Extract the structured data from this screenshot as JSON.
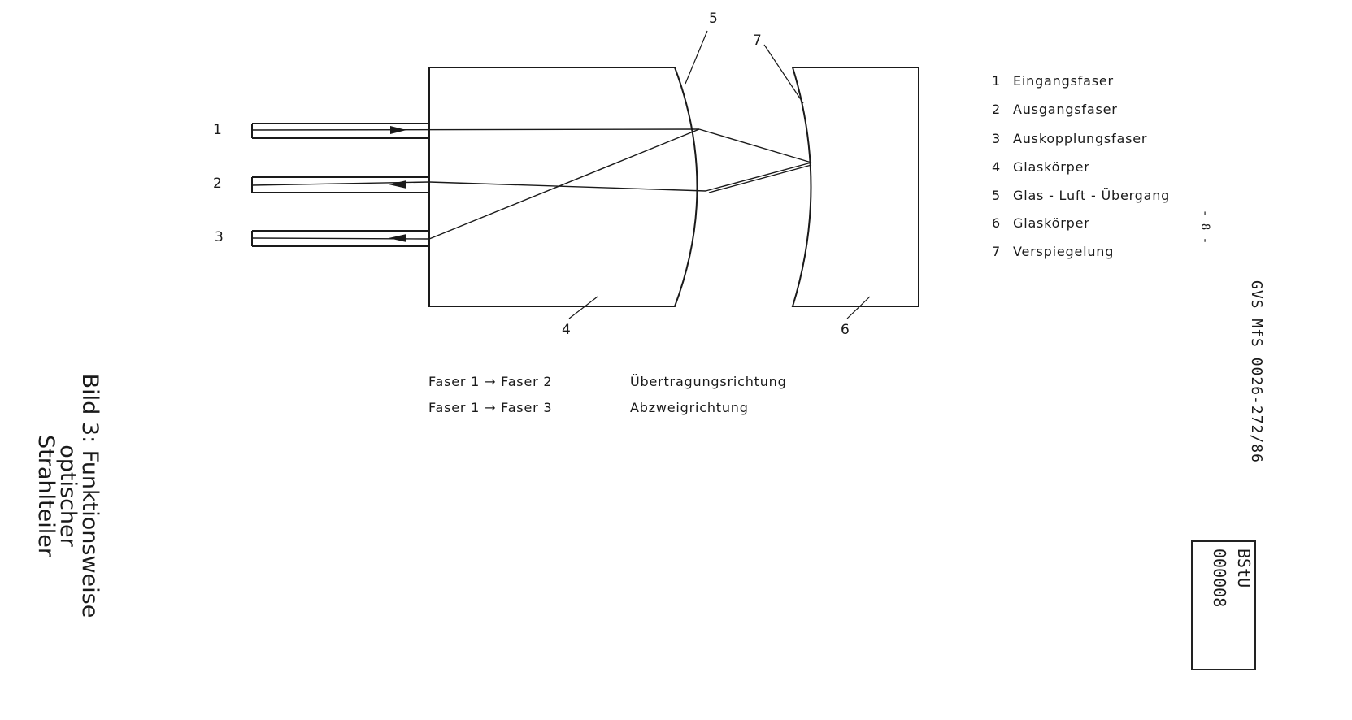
{
  "callouts": {
    "fiber_1": "1",
    "fiber_2": "2",
    "fiber_3": "3",
    "glass_body_4": "4",
    "interface_5": "5",
    "glass_body_6": "6",
    "mirror_7": "7"
  },
  "legend": [
    {
      "num": "1",
      "text": "Eingangsfaser"
    },
    {
      "num": "2",
      "text": "Ausgangsfaser"
    },
    {
      "num": "3",
      "text": "Auskopplungsfaser"
    },
    {
      "num": "4",
      "text": "Glaskörper"
    },
    {
      "num": "5",
      "text": "Glas - Luft - Übergang"
    },
    {
      "num": "6",
      "text": "Glaskörper"
    },
    {
      "num": "7",
      "text": "Verspiegelung"
    }
  ],
  "directions": [
    {
      "from": "Faser 1",
      "to": "Faser  2",
      "meaning": "Übertragungsrichtung"
    },
    {
      "from": "Faser 1",
      "to": "Faser  3",
      "meaning": "Abzweigrichtung"
    }
  ],
  "caption": {
    "line1": "Bild 3:  Funktionsweise",
    "line2": "optischer",
    "line3": "Strahlteiler"
  },
  "page_number": "- 8 -",
  "archive_id": "GVS MfS 0026-272/86",
  "stamp": {
    "title": "BStU",
    "number": "000008"
  }
}
